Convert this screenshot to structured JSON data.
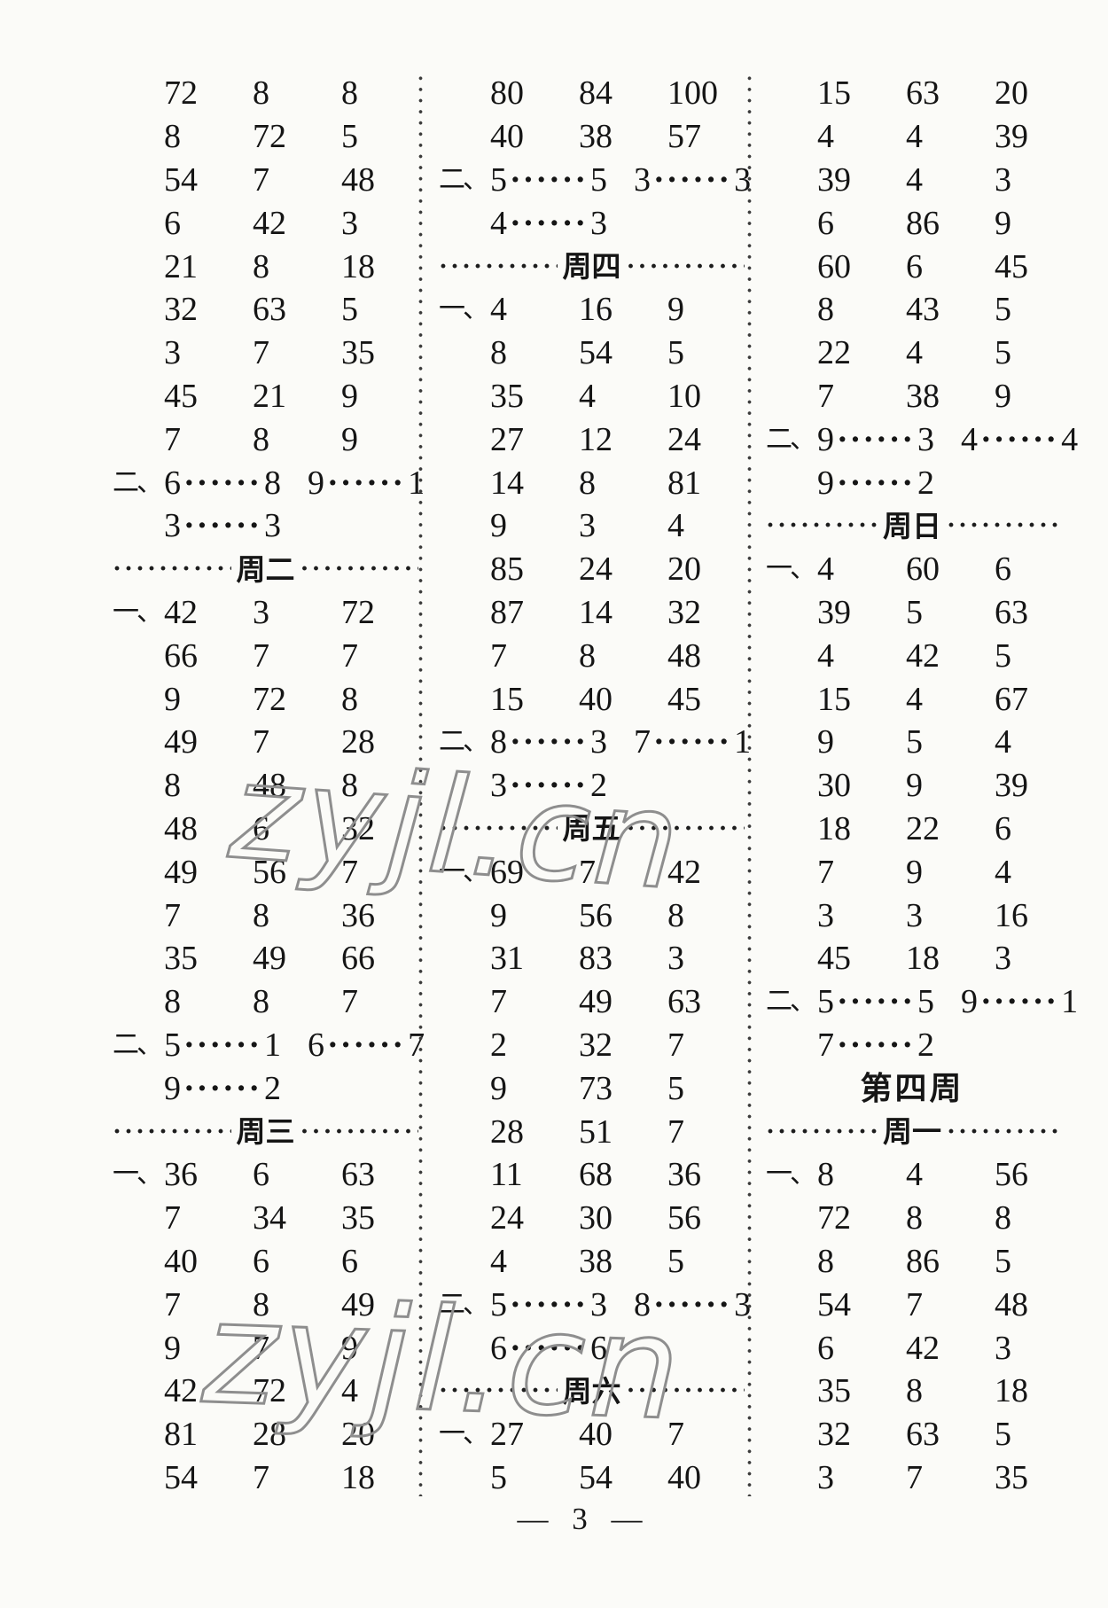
{
  "strings": {
    "rem_dots": "······",
    "hdr_dots": "··············"
  },
  "footer": {
    "left_dash": "—",
    "page_number": "3",
    "right_dash": "—"
  },
  "watermark": {
    "text": "zyjl.cn"
  },
  "columns": [
    {
      "rows": [
        {
          "t": "n",
          "p": "",
          "v": [
            "72",
            "8",
            "8"
          ]
        },
        {
          "t": "n",
          "p": "",
          "v": [
            "8",
            "72",
            "5"
          ]
        },
        {
          "t": "n",
          "p": "",
          "v": [
            "54",
            "7",
            "48"
          ]
        },
        {
          "t": "n",
          "p": "",
          "v": [
            "6",
            "42",
            "3"
          ]
        },
        {
          "t": "n",
          "p": "",
          "v": [
            "21",
            "8",
            "18"
          ]
        },
        {
          "t": "n",
          "p": "",
          "v": [
            "32",
            "63",
            "5"
          ]
        },
        {
          "t": "n",
          "p": "",
          "v": [
            "3",
            "7",
            "35"
          ]
        },
        {
          "t": "n",
          "p": "",
          "v": [
            "45",
            "21",
            "9"
          ]
        },
        {
          "t": "n",
          "p": "",
          "v": [
            "7",
            "8",
            "9"
          ]
        },
        {
          "t": "r",
          "p": "二、",
          "pairs": [
            [
              "6",
              "8"
            ],
            [
              "9",
              "1"
            ]
          ]
        },
        {
          "t": "r",
          "p": "",
          "pairs": [
            [
              "3",
              "3"
            ]
          ]
        },
        {
          "t": "w",
          "label": "周二"
        },
        {
          "t": "n",
          "p": "一、",
          "v": [
            "42",
            "3",
            "72"
          ]
        },
        {
          "t": "n",
          "p": "",
          "v": [
            "66",
            "7",
            "7"
          ]
        },
        {
          "t": "n",
          "p": "",
          "v": [
            "9",
            "72",
            "8"
          ]
        },
        {
          "t": "n",
          "p": "",
          "v": [
            "49",
            "7",
            "28"
          ]
        },
        {
          "t": "n",
          "p": "",
          "v": [
            "8",
            "48",
            "8"
          ]
        },
        {
          "t": "n",
          "p": "",
          "v": [
            "48",
            "6",
            "32"
          ]
        },
        {
          "t": "n",
          "p": "",
          "v": [
            "49",
            "56",
            "7"
          ]
        },
        {
          "t": "n",
          "p": "",
          "v": [
            "7",
            "8",
            "36"
          ]
        },
        {
          "t": "n",
          "p": "",
          "v": [
            "35",
            "49",
            "66"
          ]
        },
        {
          "t": "n",
          "p": "",
          "v": [
            "8",
            "8",
            "7"
          ]
        },
        {
          "t": "r",
          "p": "二、",
          "pairs": [
            [
              "5",
              "1"
            ],
            [
              "6",
              "7"
            ]
          ]
        },
        {
          "t": "r",
          "p": "",
          "pairs": [
            [
              "9",
              "2"
            ]
          ]
        },
        {
          "t": "w",
          "label": "周三"
        },
        {
          "t": "n",
          "p": "一、",
          "v": [
            "36",
            "6",
            "63"
          ]
        },
        {
          "t": "n",
          "p": "",
          "v": [
            "7",
            "34",
            "35"
          ]
        },
        {
          "t": "n",
          "p": "",
          "v": [
            "40",
            "6",
            "6"
          ]
        },
        {
          "t": "n",
          "p": "",
          "v": [
            "7",
            "8",
            "49"
          ]
        },
        {
          "t": "n",
          "p": "",
          "v": [
            "9",
            "7",
            "9"
          ]
        },
        {
          "t": "n",
          "p": "",
          "v": [
            "42",
            "72",
            "4"
          ]
        },
        {
          "t": "n",
          "p": "",
          "v": [
            "81",
            "28",
            "20"
          ]
        },
        {
          "t": "n",
          "p": "",
          "v": [
            "54",
            "7",
            "18"
          ]
        }
      ]
    },
    {
      "rows": [
        {
          "t": "n",
          "p": "",
          "v": [
            "80",
            "84",
            "100"
          ]
        },
        {
          "t": "n",
          "p": "",
          "v": [
            "40",
            "38",
            "57"
          ]
        },
        {
          "t": "r",
          "p": "二、",
          "pairs": [
            [
              "5",
              "5"
            ],
            [
              "3",
              "3"
            ]
          ]
        },
        {
          "t": "r",
          "p": "",
          "pairs": [
            [
              "4",
              "3"
            ]
          ]
        },
        {
          "t": "w",
          "label": "周四"
        },
        {
          "t": "n",
          "p": "一、",
          "v": [
            "4",
            "16",
            "9"
          ]
        },
        {
          "t": "n",
          "p": "",
          "v": [
            "8",
            "54",
            "5"
          ]
        },
        {
          "t": "n",
          "p": "",
          "v": [
            "35",
            "4",
            "10"
          ]
        },
        {
          "t": "n",
          "p": "",
          "v": [
            "27",
            "12",
            "24"
          ]
        },
        {
          "t": "n",
          "p": "",
          "v": [
            "14",
            "8",
            "81"
          ]
        },
        {
          "t": "n",
          "p": "",
          "v": [
            "9",
            "3",
            "4"
          ]
        },
        {
          "t": "n",
          "p": "",
          "v": [
            "85",
            "24",
            "20"
          ]
        },
        {
          "t": "n",
          "p": "",
          "v": [
            "87",
            "14",
            "32"
          ]
        },
        {
          "t": "n",
          "p": "",
          "v": [
            "7",
            "8",
            "48"
          ]
        },
        {
          "t": "n",
          "p": "",
          "v": [
            "15",
            "40",
            "45"
          ]
        },
        {
          "t": "r",
          "p": "二、",
          "pairs": [
            [
              "8",
              "3"
            ],
            [
              "7",
              "1"
            ]
          ]
        },
        {
          "t": "r",
          "p": "",
          "pairs": [
            [
              "3",
              "2"
            ]
          ]
        },
        {
          "t": "w",
          "label": "周五"
        },
        {
          "t": "n",
          "p": "一、",
          "v": [
            "69",
            "7",
            "42"
          ]
        },
        {
          "t": "n",
          "p": "",
          "v": [
            "9",
            "56",
            "8"
          ]
        },
        {
          "t": "n",
          "p": "",
          "v": [
            "31",
            "83",
            "3"
          ]
        },
        {
          "t": "n",
          "p": "",
          "v": [
            "7",
            "49",
            "63"
          ]
        },
        {
          "t": "n",
          "p": "",
          "v": [
            "2",
            "32",
            "7"
          ]
        },
        {
          "t": "n",
          "p": "",
          "v": [
            "9",
            "73",
            "5"
          ]
        },
        {
          "t": "n",
          "p": "",
          "v": [
            "28",
            "51",
            "7"
          ]
        },
        {
          "t": "n",
          "p": "",
          "v": [
            "11",
            "68",
            "36"
          ]
        },
        {
          "t": "n",
          "p": "",
          "v": [
            "24",
            "30",
            "56"
          ]
        },
        {
          "t": "n",
          "p": "",
          "v": [
            "4",
            "38",
            "5"
          ]
        },
        {
          "t": "r",
          "p": "二、",
          "pairs": [
            [
              "5",
              "3"
            ],
            [
              "8",
              "3"
            ]
          ]
        },
        {
          "t": "r",
          "p": "",
          "pairs": [
            [
              "6",
              "6"
            ]
          ]
        },
        {
          "t": "w",
          "label": "周六"
        },
        {
          "t": "n",
          "p": "一、",
          "v": [
            "27",
            "40",
            "7"
          ]
        },
        {
          "t": "n",
          "p": "",
          "v": [
            "5",
            "54",
            "40"
          ]
        }
      ]
    },
    {
      "rows": [
        {
          "t": "n",
          "p": "",
          "v": [
            "15",
            "63",
            "20"
          ]
        },
        {
          "t": "n",
          "p": "",
          "v": [
            "4",
            "4",
            "39"
          ]
        },
        {
          "t": "n",
          "p": "",
          "v": [
            "39",
            "4",
            "3"
          ]
        },
        {
          "t": "n",
          "p": "",
          "v": [
            "6",
            "86",
            "9"
          ]
        },
        {
          "t": "n",
          "p": "",
          "v": [
            "60",
            "6",
            "45"
          ]
        },
        {
          "t": "n",
          "p": "",
          "v": [
            "8",
            "43",
            "5"
          ]
        },
        {
          "t": "n",
          "p": "",
          "v": [
            "22",
            "4",
            "5"
          ]
        },
        {
          "t": "n",
          "p": "",
          "v": [
            "7",
            "38",
            "9"
          ]
        },
        {
          "t": "r",
          "p": "二、",
          "pairs": [
            [
              "9",
              "3"
            ],
            [
              "4",
              "4"
            ]
          ]
        },
        {
          "t": "r",
          "p": "",
          "pairs": [
            [
              "9",
              "2"
            ]
          ]
        },
        {
          "t": "w",
          "label": "周日"
        },
        {
          "t": "n",
          "p": "一、",
          "v": [
            "4",
            "60",
            "6"
          ]
        },
        {
          "t": "n",
          "p": "",
          "v": [
            "39",
            "5",
            "63"
          ]
        },
        {
          "t": "n",
          "p": "",
          "v": [
            "4",
            "42",
            "5"
          ]
        },
        {
          "t": "n",
          "p": "",
          "v": [
            "15",
            "4",
            "67"
          ]
        },
        {
          "t": "n",
          "p": "",
          "v": [
            "9",
            "5",
            "4"
          ]
        },
        {
          "t": "n",
          "p": "",
          "v": [
            "30",
            "9",
            "39"
          ]
        },
        {
          "t": "n",
          "p": "",
          "v": [
            "18",
            "22",
            "6"
          ]
        },
        {
          "t": "n",
          "p": "",
          "v": [
            "7",
            "9",
            "4"
          ]
        },
        {
          "t": "n",
          "p": "",
          "v": [
            "3",
            "3",
            "16"
          ]
        },
        {
          "t": "n",
          "p": "",
          "v": [
            "45",
            "18",
            "3"
          ]
        },
        {
          "t": "r",
          "p": "二、",
          "pairs": [
            [
              "5",
              "5"
            ],
            [
              "9",
              "1"
            ]
          ]
        },
        {
          "t": "r",
          "p": "",
          "pairs": [
            [
              "7",
              "2"
            ]
          ]
        },
        {
          "t": "t",
          "label": "第四周"
        },
        {
          "t": "w",
          "label": "周一"
        },
        {
          "t": "n",
          "p": "一、",
          "v": [
            "8",
            "4",
            "56"
          ]
        },
        {
          "t": "n",
          "p": "",
          "v": [
            "72",
            "8",
            "8"
          ]
        },
        {
          "t": "n",
          "p": "",
          "v": [
            "8",
            "86",
            "5"
          ]
        },
        {
          "t": "n",
          "p": "",
          "v": [
            "54",
            "7",
            "48"
          ]
        },
        {
          "t": "n",
          "p": "",
          "v": [
            "6",
            "42",
            "3"
          ]
        },
        {
          "t": "n",
          "p": "",
          "v": [
            "35",
            "8",
            "18"
          ]
        },
        {
          "t": "n",
          "p": "",
          "v": [
            "32",
            "63",
            "5"
          ]
        },
        {
          "t": "n",
          "p": "",
          "v": [
            "3",
            "7",
            "35"
          ]
        }
      ]
    }
  ]
}
